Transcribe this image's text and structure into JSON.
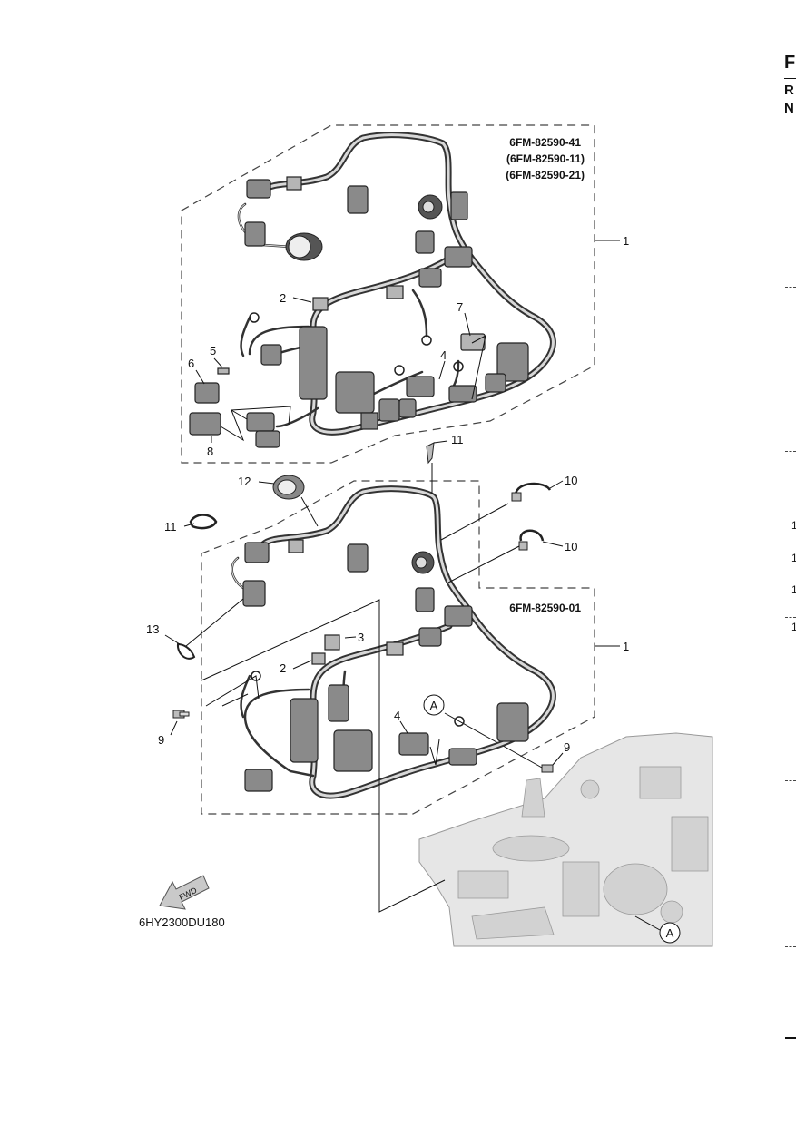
{
  "edge_text": {
    "f": "F",
    "r": "R",
    "n": "N"
  },
  "upper_assembly": {
    "part_numbers": [
      "6FM-82590-41",
      "(6FM-82590-11)",
      "(6FM-82590-21)"
    ]
  },
  "lower_assembly": {
    "part_numbers": [
      "6FM-82590-01"
    ]
  },
  "callouts": {
    "c1": "1",
    "c2": "2",
    "c3": "3",
    "c4": "4",
    "c5": "5",
    "c6": "6",
    "c7": "7",
    "c8": "8",
    "c9": "9",
    "c10": "10",
    "c11": "11",
    "c12": "12",
    "c13": "13",
    "ref_a": "A"
  },
  "fwd_label": "FWD",
  "diagram_code": "6HY2300DU180",
  "edge_marks": {
    "m1": "1",
    "m2": "1",
    "m3": "1",
    "m4": "1"
  }
}
